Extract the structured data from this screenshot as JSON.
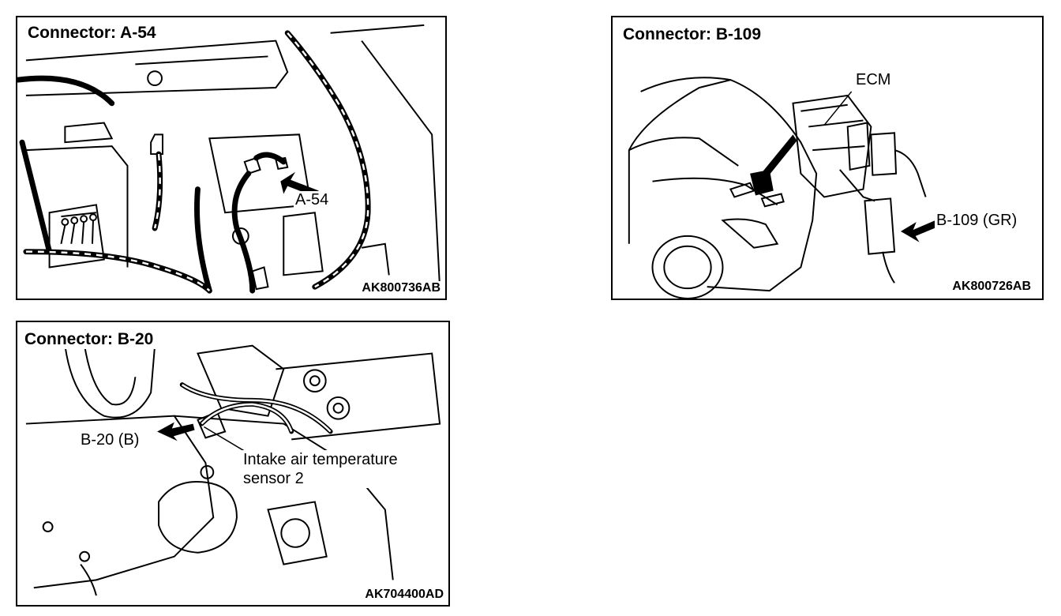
{
  "panels": [
    {
      "title": "Connector: A-54",
      "callout": "A-54",
      "code": "AK800736AB"
    },
    {
      "title": "Connector: B-109",
      "component": "ECM",
      "callout": "B-109 (GR)",
      "code": "AK800726AB"
    },
    {
      "title": "Connector: B-20",
      "callout": "B-20 (B)",
      "sensor_line1": "Intake air temperature",
      "sensor_line2": "sensor 2",
      "code": "AK704400AD"
    }
  ]
}
